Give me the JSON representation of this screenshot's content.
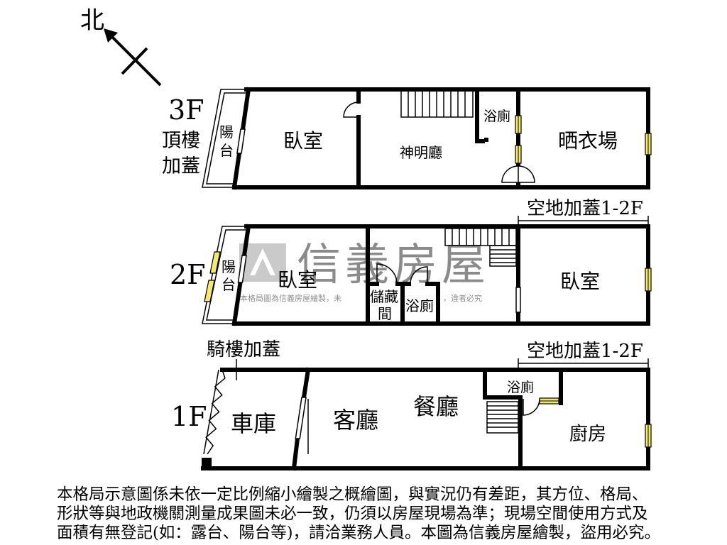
{
  "compass": {
    "label": "北"
  },
  "floor_3f": {
    "label": "3F",
    "rooftop_line1": "頂樓",
    "rooftop_line2": "加蓋",
    "balcony": [
      "陽",
      "台"
    ],
    "rooms": {
      "bedroom": "臥室",
      "shrine_hall": "神明廳",
      "bathroom": "浴廁",
      "laundry_area": "晒衣場"
    }
  },
  "floor_2f": {
    "label": "2F",
    "extension_note": "空地加蓋1-2F",
    "balcony": [
      "陽",
      "台"
    ],
    "rooms": {
      "bedroom_front": "臥室",
      "storage_line1": "儲藏",
      "storage_line2": "間",
      "bathroom": "浴廁",
      "bedroom_rear": "臥室"
    }
  },
  "floor_1f": {
    "label": "1F",
    "arcade_note": "騎樓加蓋",
    "extension_note": "空地加蓋1-2F",
    "rooms": {
      "garage": "車庫",
      "living_room": "客廳",
      "dining_room": "餐廳",
      "bathroom": "浴廁",
      "kitchen": "廚房"
    }
  },
  "watermark": {
    "brand": "信義房屋",
    "notice_start": "本格局圖為信義房屋繪製，未",
    "notice_end": "，違者必究"
  },
  "disclaimer": {
    "lines": [
      "本格局示意圖係未依一定比例縮小繪製之概繪圖，與實況仍有差距，其方位、格局、",
      "形狀等與地政機關測量成果圖未必一致，仍須以房屋現場為準；現場空間使用方式及",
      "面積有無登記(如：露台、陽台等)，請洽業務人員。本圖為信義房屋繪製，盜用必究。"
    ]
  },
  "colors": {
    "background": "#ffffff",
    "wall": "#000000",
    "window": "#f4e96a",
    "watermark": "#8c8c8c"
  }
}
